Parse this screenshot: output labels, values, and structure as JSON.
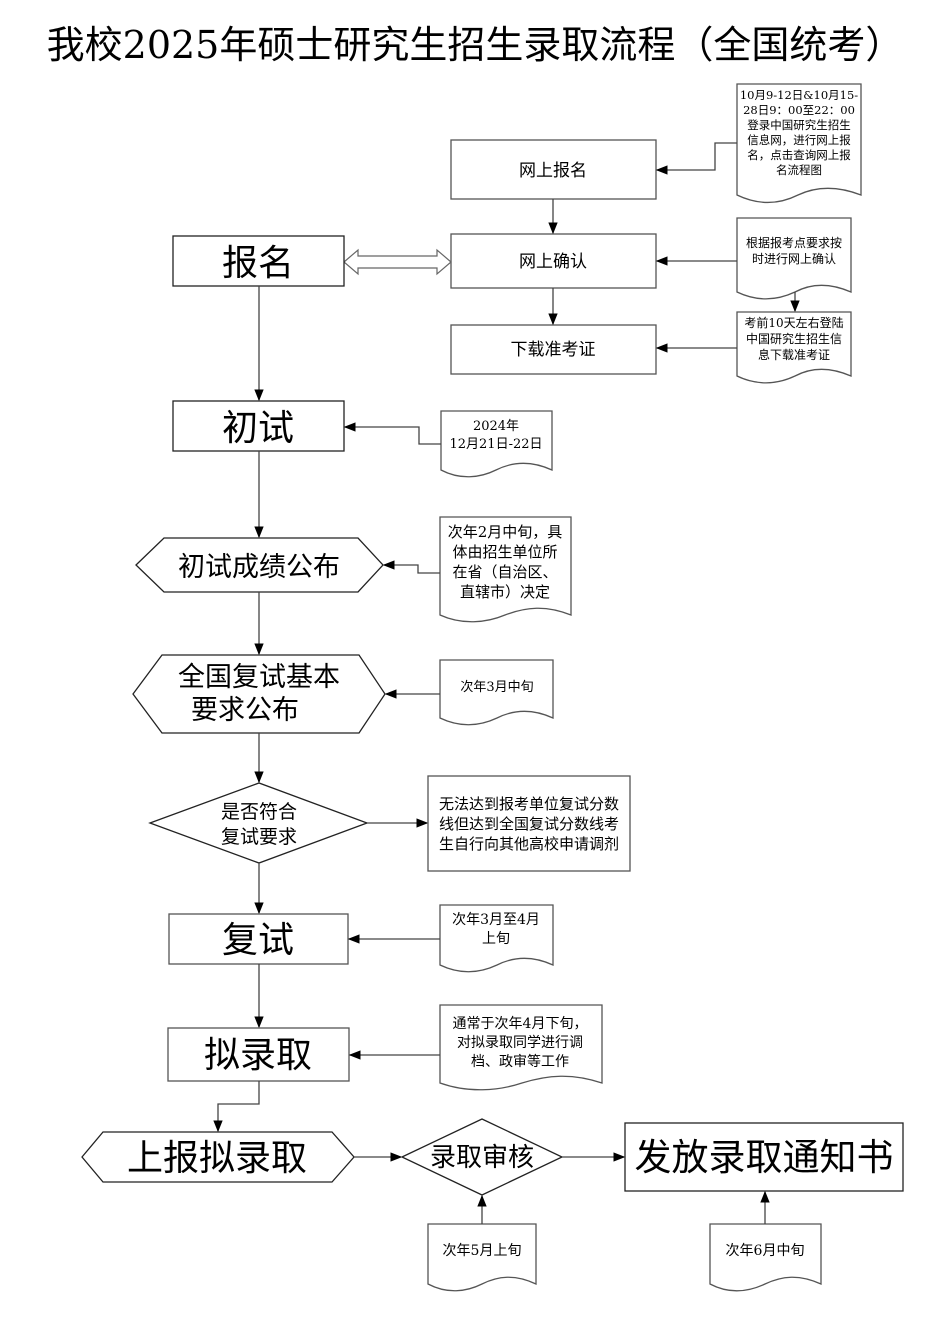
{
  "title": "我校2025年硕士研究生招生录取流程（全国统考）",
  "main_steps": {
    "registration": "报名",
    "prelim_exam": "初试",
    "prelim_results": "初试成绩公布",
    "national_requirements": [
      "全国复试基本",
      "要求公布"
    ],
    "decision": [
      "是否符合",
      "复试要求"
    ],
    "retest": "复试",
    "proposed_admission": "拟录取",
    "report_admission": "上报拟录取",
    "admission_review": "录取审核",
    "issue_notice": "发放录取通知书"
  },
  "registration_substeps": {
    "online_registration": "网上报名",
    "online_confirmation": "网上确认",
    "download_ticket": "下载准考证"
  },
  "notes": {
    "online_registration": [
      "10月9-12日&10月15-",
      "28日9：00至22：00",
      "登录中国研究生招生",
      "信息网，进行网上报",
      "名，点击查询网上报",
      "名流程图"
    ],
    "online_confirmation": [
      "根据报考点要求按",
      "时进行网上确认"
    ],
    "download_ticket": [
      "考前10天左右登陆",
      "中国研究生招生信",
      "息下载准考证"
    ],
    "prelim_exam": [
      "2024年",
      "12月21日-22日"
    ],
    "prelim_results": [
      "次年2月中旬，具",
      "体由招生单位所",
      "在省（自治区、",
      "直辖市）决定"
    ],
    "national_requirements": [
      "次年3月中旬"
    ],
    "decision_no": [
      "无法达到报考单位复试分数",
      "线但达到全国复试分数线考",
      "生自行向其他高校申请调剂"
    ],
    "retest": [
      "次年3月至4月",
      "上旬"
    ],
    "proposed_admission": [
      "通常于次年4月下旬，",
      "对拟录取同学进行调",
      "档、政审等工作"
    ],
    "admission_review": [
      "次年5月上旬"
    ],
    "issue_notice": [
      "次年6月中旬"
    ]
  }
}
